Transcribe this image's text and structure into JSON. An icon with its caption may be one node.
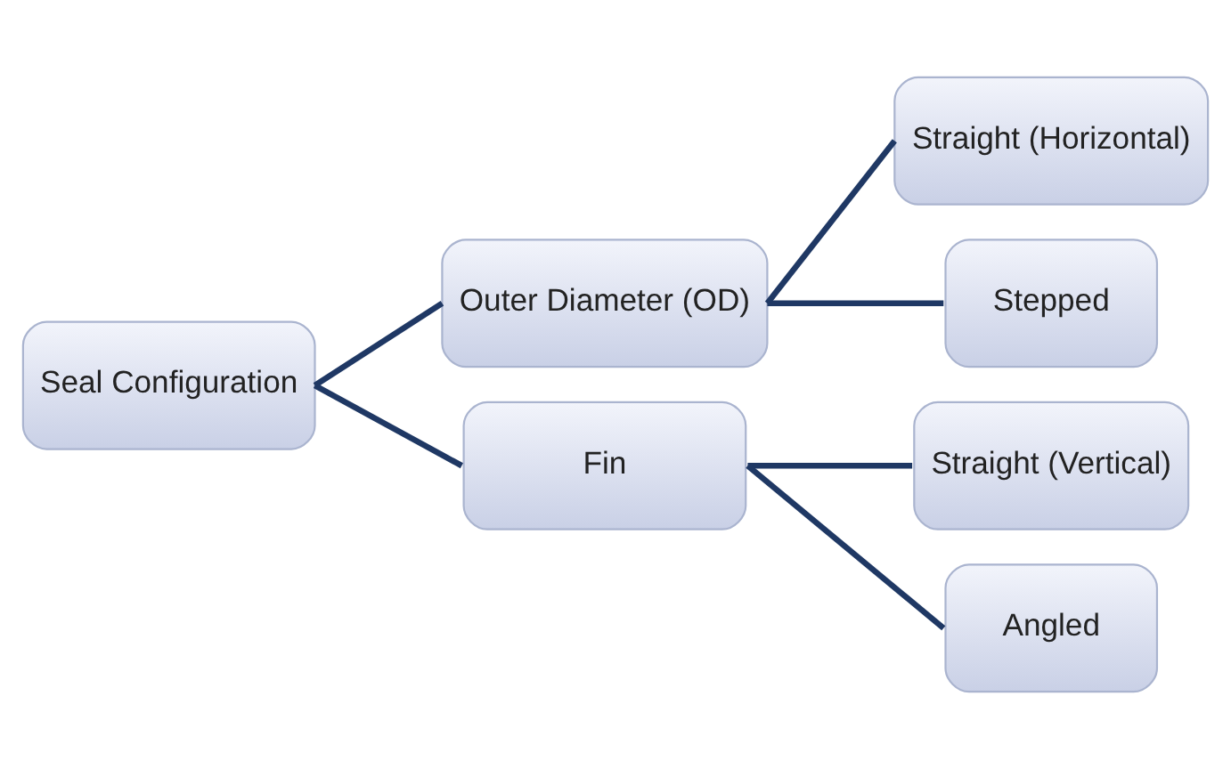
{
  "diagram": {
    "nodes": [
      {
        "text": [
          "Seal Configuration"
        ]
      },
      {
        "text": [
          "Outer Diameter (OD)"
        ]
      },
      {
        "text": [
          "Fin"
        ]
      },
      {
        "text": [
          "Straight (Horizontal)"
        ]
      },
      {
        "text": [
          "Stepped"
        ]
      },
      {
        "text": [
          "Straight (Vertical)"
        ]
      },
      {
        "text": [
          "Angled"
        ]
      }
    ],
    "edges": [
      {
        "from": 0,
        "to": 1,
        "arrow": "none"
      },
      {
        "from": 0,
        "to": 2,
        "arrow": "none"
      },
      {
        "from": 1,
        "to": 3,
        "arrow": "none"
      },
      {
        "from": 1,
        "to": 4,
        "arrow": "none"
      },
      {
        "from": 2,
        "to": 5,
        "arrow": "none"
      },
      {
        "from": 2,
        "to": 6,
        "arrow": "none"
      }
    ]
  }
}
